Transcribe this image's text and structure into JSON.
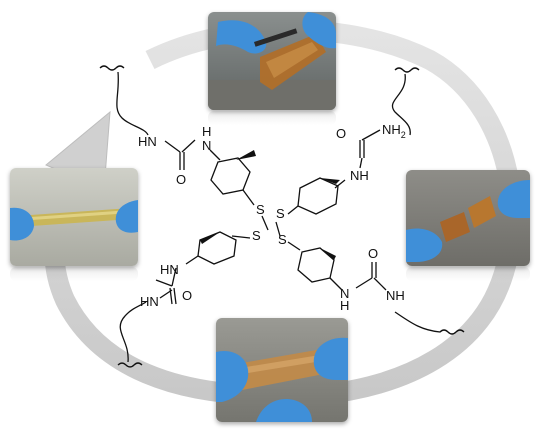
{
  "molecule": {
    "labels": {
      "hn_top_left": "HN",
      "h_top_left": "H",
      "o_top_left": "O",
      "n_top_left": "N",
      "o_top_right": "O",
      "nh2_top_right": "NH",
      "nh2_sub": "2",
      "nh_top_right": "NH",
      "s_1": "S",
      "s_2": "S",
      "s_3": "S",
      "s_4": "S",
      "hn_bottom_left_1": "HN",
      "o_bottom_left": "O",
      "hn_bottom_left_2": "HN",
      "h_bottom_right": "H",
      "n_bottom_right": "N",
      "o_bottom_right": "O",
      "nh_bottom_right": "NH"
    }
  },
  "photos": [
    {
      "id": "top",
      "scene": "cut-sample"
    },
    {
      "id": "left",
      "scene": "stretched-rod"
    },
    {
      "id": "right",
      "scene": "joined-pieces"
    },
    {
      "id": "bottom",
      "scene": "healed-rod"
    }
  ],
  "colors": {
    "cycle_arrow": "#d6d6d6",
    "glove": "#3f8fd8",
    "gel_amber": "#b8772f",
    "gel_yellow": "#c9b65a",
    "bond": "#111111"
  }
}
